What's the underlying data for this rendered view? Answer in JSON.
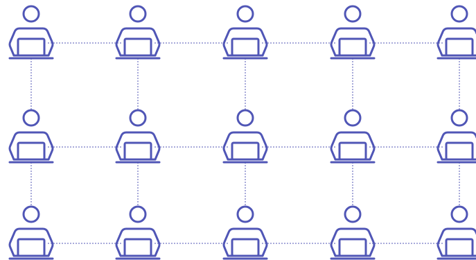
{
  "diagram": {
    "rows": 3,
    "columns": 5,
    "node_icon": "person-at-laptop-icon",
    "node_color": "#5056b6",
    "connector_color": "#5056b6",
    "connector_style": "dotted"
  }
}
